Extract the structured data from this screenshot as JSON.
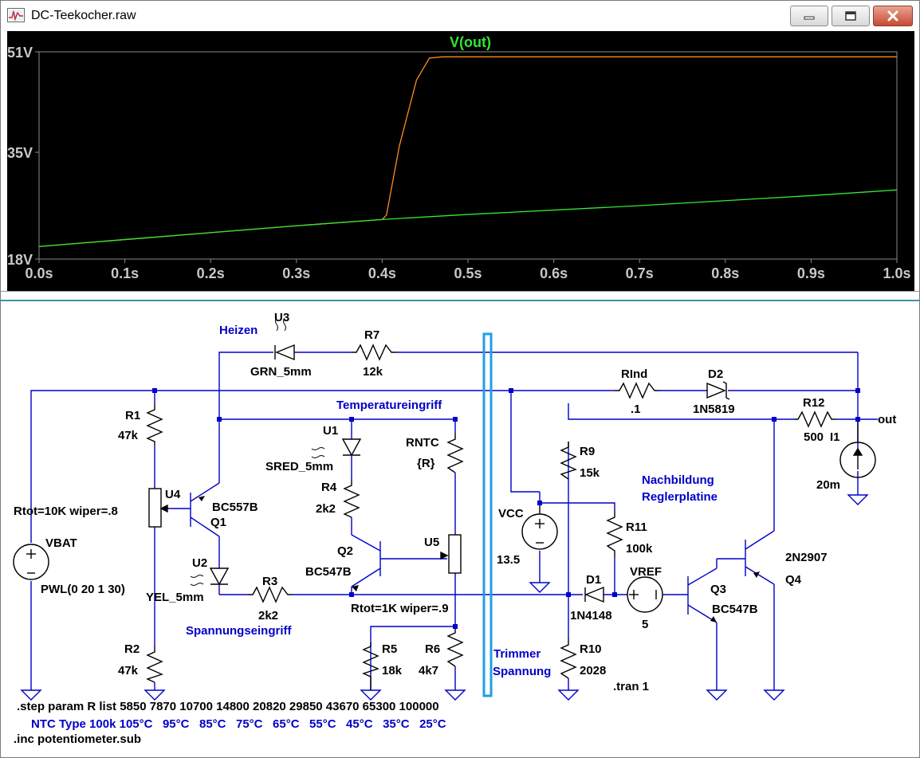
{
  "window": {
    "title": "DC-Teekocher.raw",
    "icons": {
      "app": "waveform-icon",
      "minimize": "minimize-icon",
      "maximize": "maximize-icon",
      "close": "close-icon"
    },
    "colors": {
      "plot_bg": "#000000",
      "trace_orange": "#ff8c1a",
      "trace_green": "#33e633",
      "label_blue": "#0000c8",
      "wire_blue": "#0000c8",
      "accent_cyan": "#1fa0e0"
    }
  },
  "chart_data": {
    "type": "line",
    "title": "V(out)",
    "xlabel": "",
    "ylabel": "",
    "xlim": [
      0,
      1.0
    ],
    "ylim": [
      18,
      51
    ],
    "xticks": [
      "0.0s",
      "0.1s",
      "0.2s",
      "0.3s",
      "0.4s",
      "0.5s",
      "0.6s",
      "0.7s",
      "0.8s",
      "0.9s",
      "1.0s"
    ],
    "yticks": [
      "18V",
      "35V",
      "51V"
    ],
    "ytick_values": [
      18,
      35,
      51
    ],
    "series": [
      {
        "color": "#ff8c1a",
        "x": [
          0,
          0.1,
          0.2,
          0.3,
          0.4,
          0.405,
          0.42,
          0.44,
          0.455,
          0.47,
          0.6,
          0.8,
          1.0
        ],
        "y": [
          20,
          21.1,
          22.2,
          23.3,
          24.3,
          25,
          36,
          46.5,
          50,
          50.2,
          50.2,
          50.2,
          50.2
        ]
      },
      {
        "color": "#33e633",
        "x": [
          0,
          0.1,
          0.2,
          0.3,
          0.4,
          0.5,
          0.6,
          0.7,
          0.8,
          0.9,
          1.0
        ],
        "y": [
          20,
          21.1,
          22.2,
          23.3,
          24.3,
          25.1,
          25.8,
          26.5,
          27.3,
          28.1,
          29
        ]
      }
    ]
  },
  "schematic": {
    "labels": {
      "u3": "U3",
      "heizen": "Heizen",
      "grn": "GRN_5mm",
      "r7": "R7",
      "r7v": "12k",
      "rind": "RInd",
      "rindv": ".1",
      "d2": "D2",
      "d2v": "1N5819",
      "r12": "R12",
      "r12v": "500",
      "out": "out",
      "i1": "I1",
      "i1v": "20m",
      "temp": "Temperatureingriff",
      "r1": "R1",
      "r1v": "47k",
      "u1": "U1",
      "sred": "SRED_5mm",
      "rntc": "RNTC",
      "rntcv": "{R}",
      "r9": "R9",
      "r9v": "15k",
      "nach1": "Nachbildung",
      "nach2": "Reglerplatine",
      "r4": "R4",
      "r4v": "2k2",
      "u4": "U4",
      "bc557b": "BC557B",
      "q1": "Q1",
      "rtot10": "Rtot=10K wiper=.8",
      "vcc": "VCC",
      "vccv": "13.5",
      "r11": "R11",
      "r11v": "100k",
      "vbat": "VBAT",
      "u5": "U5",
      "q2": "Q2",
      "bc547b_q2": "BC547B",
      "u2": "U2",
      "pwl": "PWL(0 20 1 30)",
      "yel": "YEL_5mm",
      "r3": "R3",
      "r3v": "2k2",
      "rtot1": "Rtot=1K wiper=.9",
      "d1": "D1",
      "d1v": "1N4148",
      "vref": "VREF",
      "vrefv": "5",
      "q3": "Q3",
      "bc547b_q3": "BC547B",
      "n2907": "2N2907",
      "q4": "Q4",
      "spann": "Spannungseingriff",
      "r2": "R2",
      "r2v": "47k",
      "r5": "R5",
      "r5v": "18k",
      "r6": "R6",
      "r6v": "4k7",
      "trimmer1": "Trimmer",
      "trimmer2": "Spannung",
      "r10": "R10",
      "r10v": "2028",
      "tran": ".tran 1",
      "step": ".step param R list 5850 7870 10700 14800 20820 29850 43670 65300 100000",
      "ntc": "NTC Type 100k 105°C   95°C   85°C   75°C   65°C   55°C   45°C   35°C   25°C",
      "inc": ".inc potentiometer.sub"
    }
  }
}
